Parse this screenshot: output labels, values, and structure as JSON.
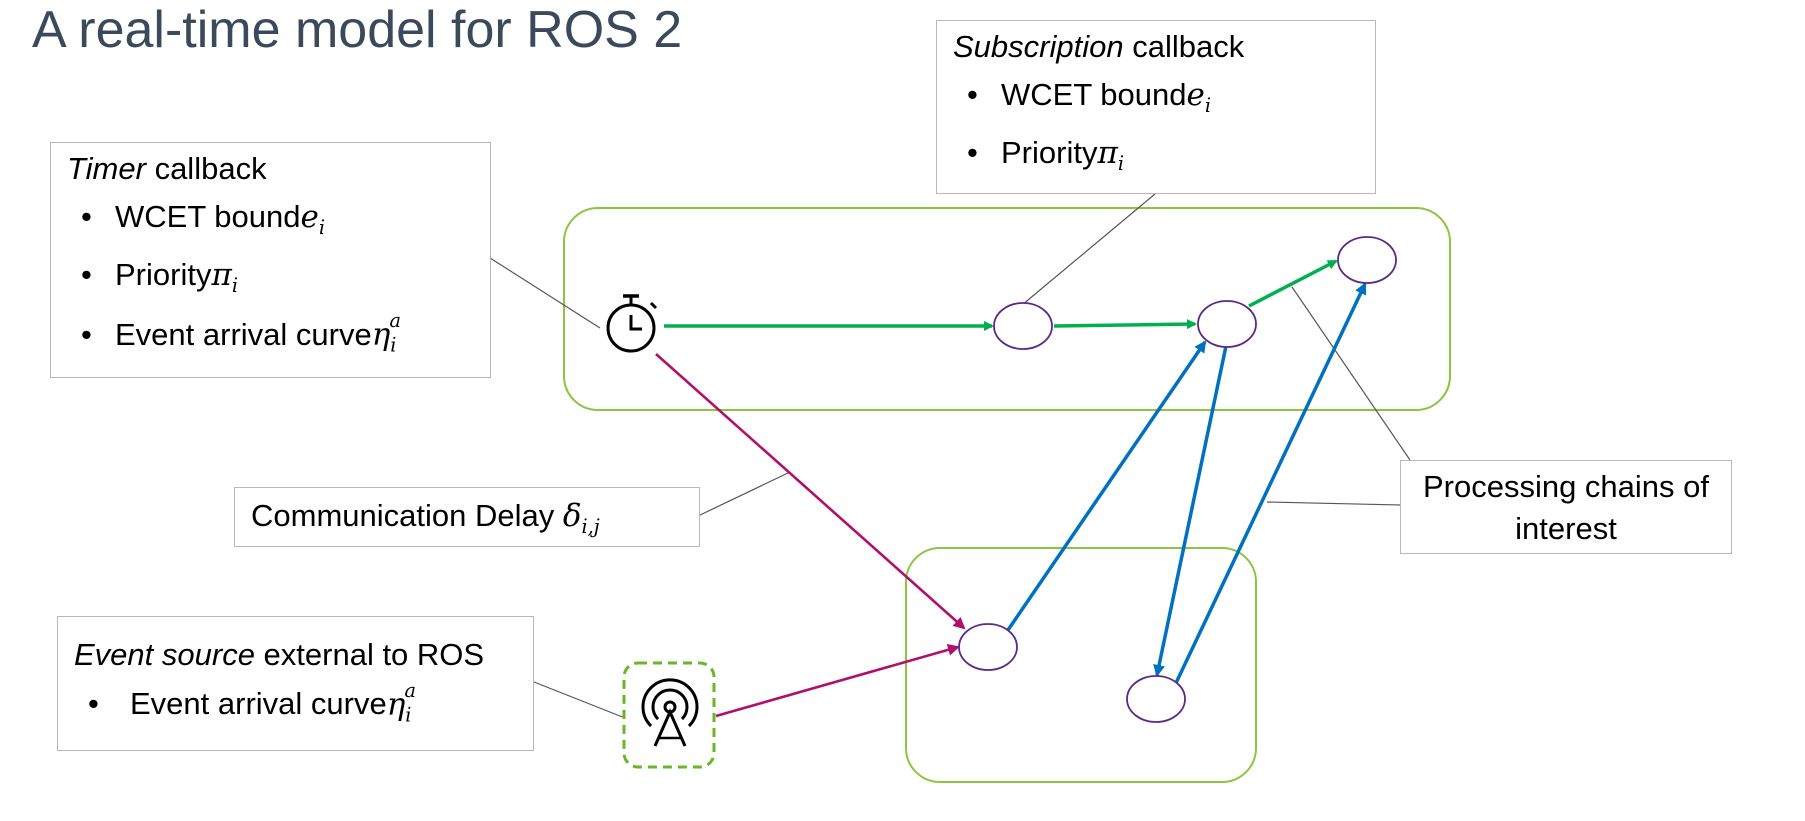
{
  "slide_title": "A real-time model for ROS 2",
  "timer_box": {
    "head_italic": "Timer",
    "head_rest": " callback",
    "bullets": [
      {
        "text": "WCET bound ",
        "sym": "e",
        "sub": "i",
        "sup": ""
      },
      {
        "text": "Priority ",
        "sym": "π",
        "sub": "i",
        "sup": ""
      },
      {
        "text": "Event arrival curve ",
        "sym": "η",
        "sub": "i",
        "sup": "a"
      }
    ]
  },
  "subscription_box": {
    "head_italic": "Subscription",
    "head_rest": " callback",
    "bullets": [
      {
        "text": "WCET bound ",
        "sym": "e",
        "sub": "i",
        "sup": ""
      },
      {
        "text": "Priority ",
        "sym": "π",
        "sub": "i",
        "sup": ""
      }
    ]
  },
  "comm_delay_box": {
    "text": "Communication Delay ",
    "sym": "δ",
    "sub": "i,j"
  },
  "event_source_box": {
    "head_italic": "Event source",
    "head_rest": " external to ROS",
    "bullets": [
      {
        "text": "Event arrival curve ",
        "sym": "η",
        "sub": "i",
        "sup": "a"
      }
    ]
  },
  "chains_box": {
    "line1": "Processing chains of",
    "line2": "interest"
  },
  "bullet_glyph": "•",
  "colors": {
    "title": "#3b4a5a",
    "node_group_border": "#8cc63f",
    "node_border": "#5b2a86",
    "green_edge": "#00b050",
    "blue_edge": "#0070c0",
    "magenta_edge": "#b0106a",
    "leader_line": "#555555",
    "callout_border": "#b8b8b8"
  },
  "icons": {
    "timer": "stopwatch-icon",
    "event_source": "antenna-tower-icon"
  }
}
